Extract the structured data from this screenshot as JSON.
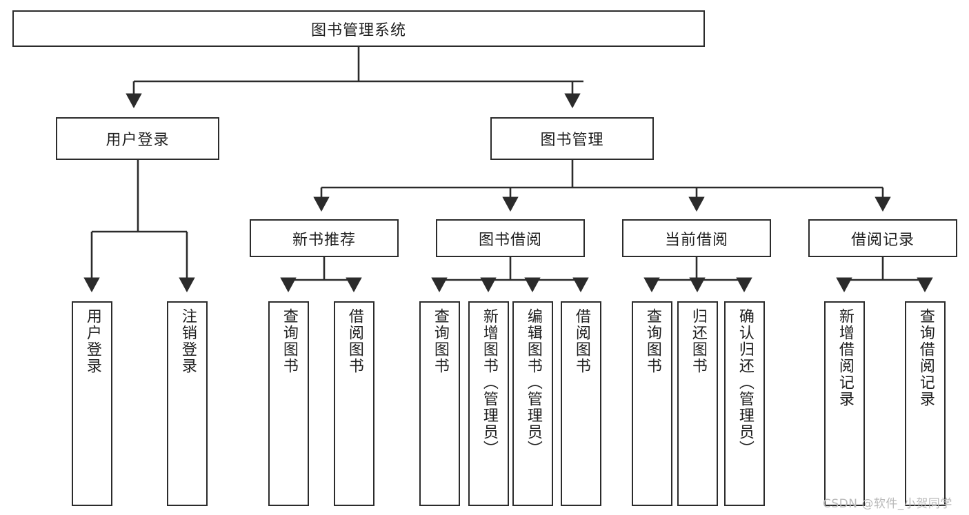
{
  "diagram": {
    "type": "tree",
    "title": "图书管理系统",
    "watermark": "CSDN @软件_小贺同学",
    "colors": {
      "box_border": "#2b2b2b",
      "box_fill": "#ffffff",
      "edge": "#2b2b2b",
      "text": "#1f1f1f",
      "watermark": "#b9b9b9"
    },
    "levels": {
      "root": {
        "label": "图书管理系统"
      },
      "level2": [
        {
          "label": "用户登录"
        },
        {
          "label": "图书管理"
        }
      ],
      "level3": [
        {
          "label": "新书推荐"
        },
        {
          "label": "图书借阅"
        },
        {
          "label": "当前借阅"
        },
        {
          "label": "借阅记录"
        }
      ],
      "leaves": {
        "user_login": [
          {
            "label": "用户登录"
          },
          {
            "label": "注销登录"
          }
        ],
        "new_book": [
          {
            "label": "查询图书"
          },
          {
            "label": "借阅图书"
          }
        ],
        "book_borrow": [
          {
            "label": "查询图书"
          },
          {
            "label": "新增图书（管理员）"
          },
          {
            "label": "编辑图书（管理员）"
          },
          {
            "label": "借阅图书"
          }
        ],
        "current_borrow": [
          {
            "label": "查询图书"
          },
          {
            "label": "归还图书"
          },
          {
            "label": "确认归还（管理员）"
          }
        ],
        "borrow_record": [
          {
            "label": "新增借阅记录"
          },
          {
            "label": "查询借阅记录"
          }
        ]
      }
    }
  }
}
